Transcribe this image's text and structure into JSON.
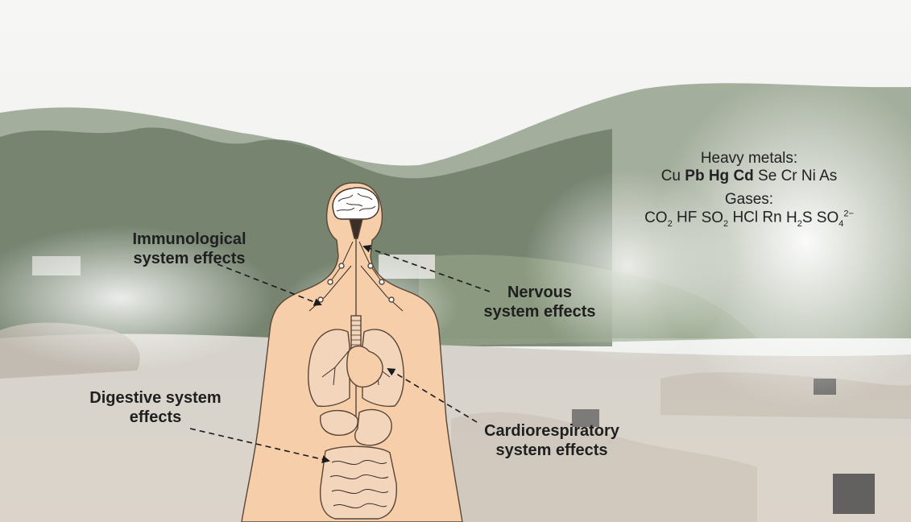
{
  "labels": {
    "immunological": [
      "Immunological",
      "system effects"
    ],
    "nervous": [
      "Nervous",
      "system effects"
    ],
    "digestive": [
      "Digestive system",
      "effects"
    ],
    "cardiorespiratory": [
      "Cardiorespiratory",
      "system effects"
    ]
  },
  "heavy_metals": {
    "heading": "Heavy metals:",
    "items": [
      {
        "text": "Cu",
        "bold": false
      },
      {
        "text": "Pb",
        "bold": true
      },
      {
        "text": "Hg",
        "bold": true
      },
      {
        "text": "Cd",
        "bold": true
      },
      {
        "text": "Se",
        "bold": false
      },
      {
        "text": "Cr",
        "bold": false
      },
      {
        "text": "Ni",
        "bold": false
      },
      {
        "text": "As",
        "bold": false
      }
    ]
  },
  "gases": {
    "heading": "Gases:",
    "items": [
      {
        "base": "CO",
        "sub": "2",
        "sup": ""
      },
      {
        "base": "HF",
        "sub": "",
        "sup": ""
      },
      {
        "base": "SO",
        "sub": "2",
        "sup": ""
      },
      {
        "base": "HCl",
        "sub": "",
        "sup": ""
      },
      {
        "base": "Rn",
        "sub": "",
        "sup": ""
      },
      {
        "base": "H",
        "sub": "2",
        "sup": "",
        "tail": "S"
      },
      {
        "base": "SO",
        "sub": "4",
        "sup": "2−"
      }
    ]
  },
  "colors": {
    "skin": "#f6ceaa",
    "outline": "#5a4636",
    "sky": "#f4f4f2",
    "hill": "#7f8f78",
    "ground": "#d8d2c8"
  }
}
